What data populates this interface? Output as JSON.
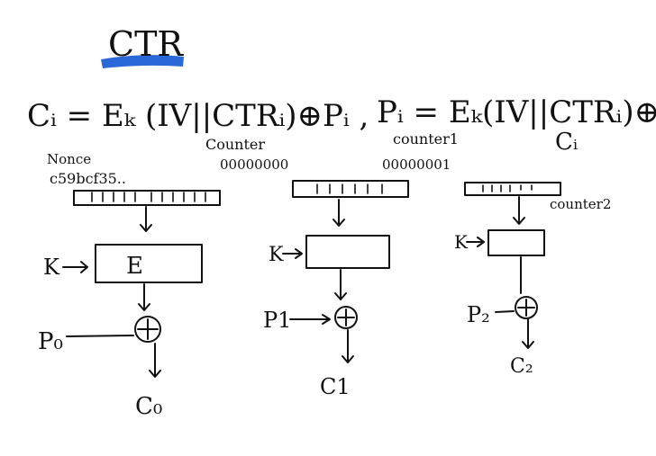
{
  "title": "CTR",
  "title_highlight_color": "#1f5fd6",
  "formula_left": "Cᵢ = Eₖ (IV||CTRᵢ)⊕Pᵢ ,",
  "formula_right": "Pᵢ = Eₖ(IV||CTRᵢ)⊕",
  "formula_tail": "Cᵢ",
  "blocks": [
    {
      "top_label_1": "Nonce",
      "top_label_2": "c59bcf35..",
      "key_label": "K",
      "cipher_label": "E",
      "plain_label": "P₀",
      "cipher_out": "C₀"
    },
    {
      "top_label_1": "Counter",
      "top_label_2": "00000000",
      "key_label": "K",
      "cipher_label": "",
      "plain_label": "P1",
      "cipher_out": "C1"
    },
    {
      "top_label_1": "counter1",
      "top_label_2": "00000001",
      "side_label": "counter2",
      "key_label": "K",
      "cipher_label": "",
      "plain_label": "P₂",
      "cipher_out": "C₂"
    }
  ],
  "icons": [
    "xor-icon",
    "arrow-down-icon",
    "arrow-right-icon"
  ]
}
